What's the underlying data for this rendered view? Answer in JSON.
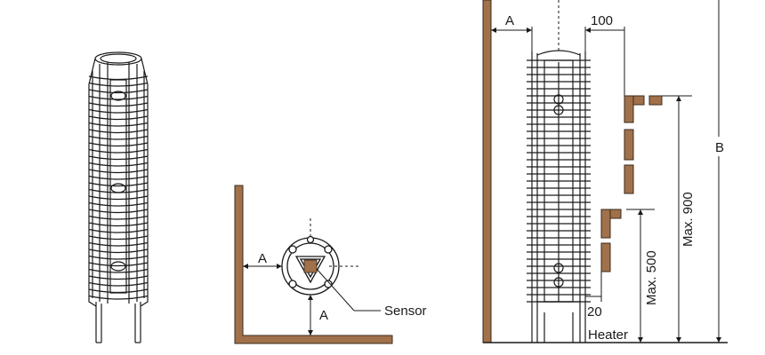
{
  "labels": {
    "side_gap": "A",
    "bottom_gap": "A",
    "sensor": "Sensor",
    "top_gap": "A",
    "clearance": "100",
    "total_height": "B",
    "max_upper": "Max. 900",
    "max_lower": "Max. 500",
    "sensor_offset": "20",
    "heater": "Heater"
  },
  "colors": {
    "wall": "#a0714a",
    "wall_edge": "#3a2a1c",
    "line": "#1a1a1a",
    "sensor_block": "#a0714a"
  }
}
